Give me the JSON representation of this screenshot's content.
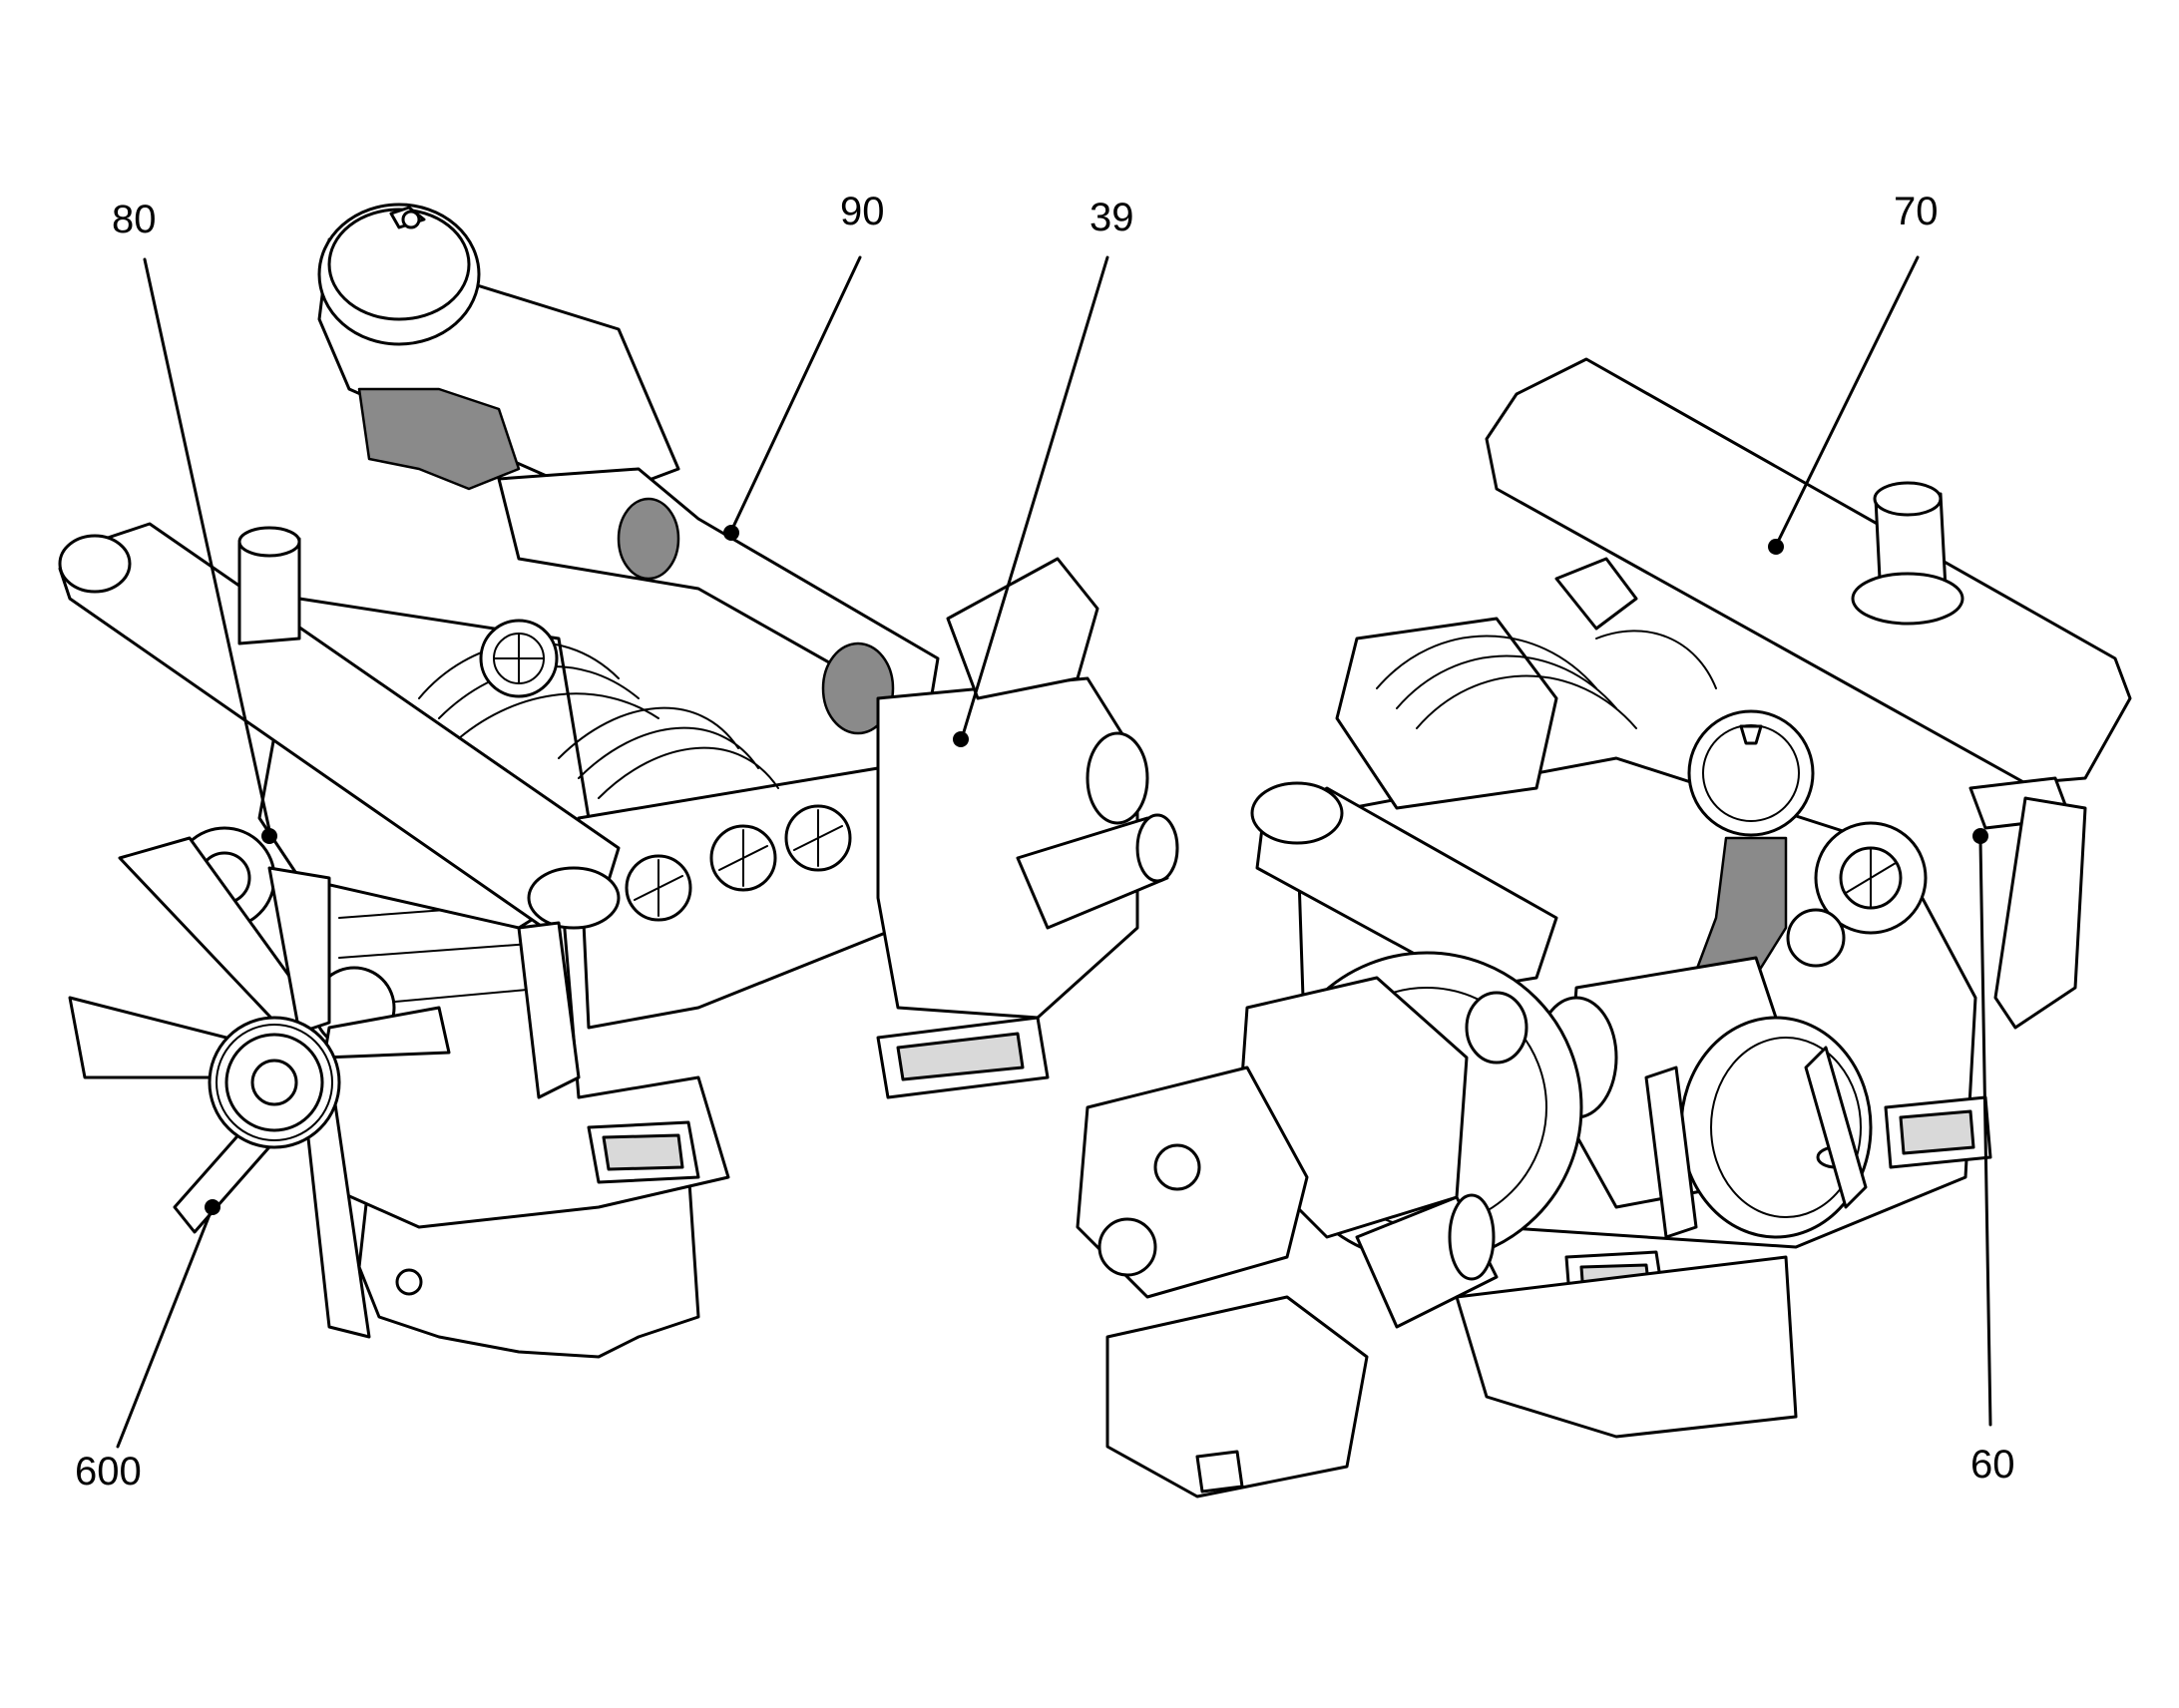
{
  "callouts": {
    "c80": "80",
    "c90": "90",
    "c39": "39",
    "c70": "70",
    "c600": "600",
    "c60": "60"
  },
  "colors": {
    "ink": "#000000",
    "paper": "#ffffff",
    "shade": "#8a8a8a"
  }
}
